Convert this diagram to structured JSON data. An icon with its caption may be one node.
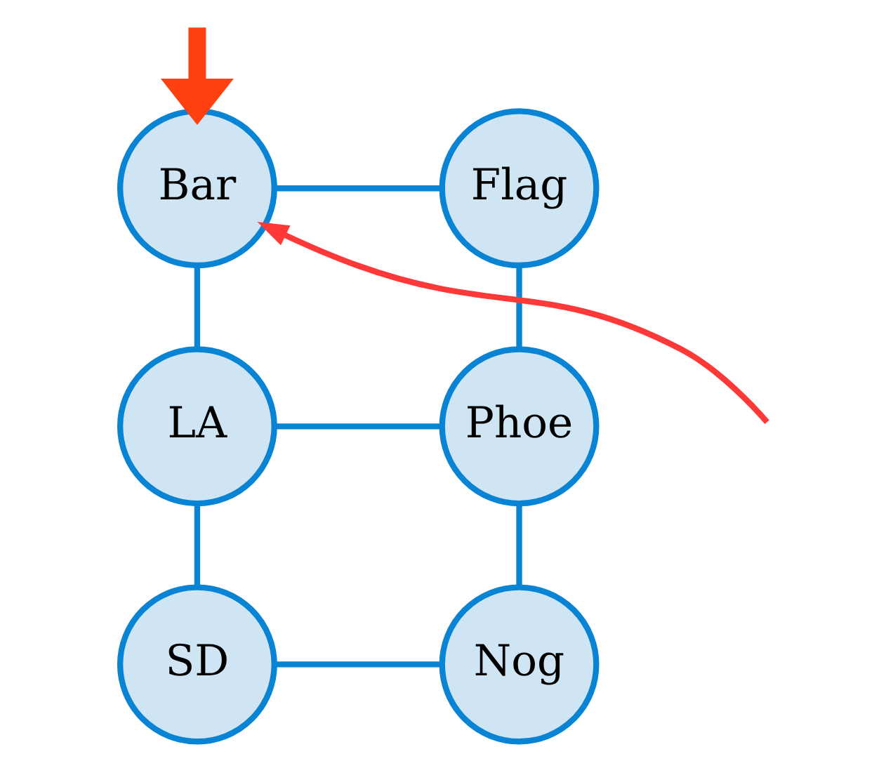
{
  "diagram": {
    "nodes": [
      {
        "text": [
          "Bar"
        ]
      },
      {
        "text": [
          "Flag"
        ]
      },
      {
        "text": [
          "LA"
        ]
      },
      {
        "text": [
          "Phoe"
        ]
      },
      {
        "text": [
          "SD"
        ]
      },
      {
        "text": [
          "Nog"
        ]
      }
    ],
    "edges": [
      {
        "from": 0,
        "to": 1,
        "arrow": "none"
      },
      {
        "from": 2,
        "to": 0,
        "arrow": "none"
      },
      {
        "from": 1,
        "to": 3,
        "arrow": "none"
      },
      {
        "from": 2,
        "to": 3,
        "arrow": "none"
      },
      {
        "from": 2,
        "to": 4,
        "arrow": "none"
      },
      {
        "from": 3,
        "to": 5,
        "arrow": "none"
      },
      {
        "from": 4,
        "to": 5,
        "arrow": "none"
      },
      {
        "from": null,
        "to": 0,
        "arrow": "to",
        "color": "#ff3838"
      },
      {
        "from": null,
        "to": 0,
        "arrow": "to",
        "style": "thick",
        "color": "#ff4010"
      }
    ]
  }
}
